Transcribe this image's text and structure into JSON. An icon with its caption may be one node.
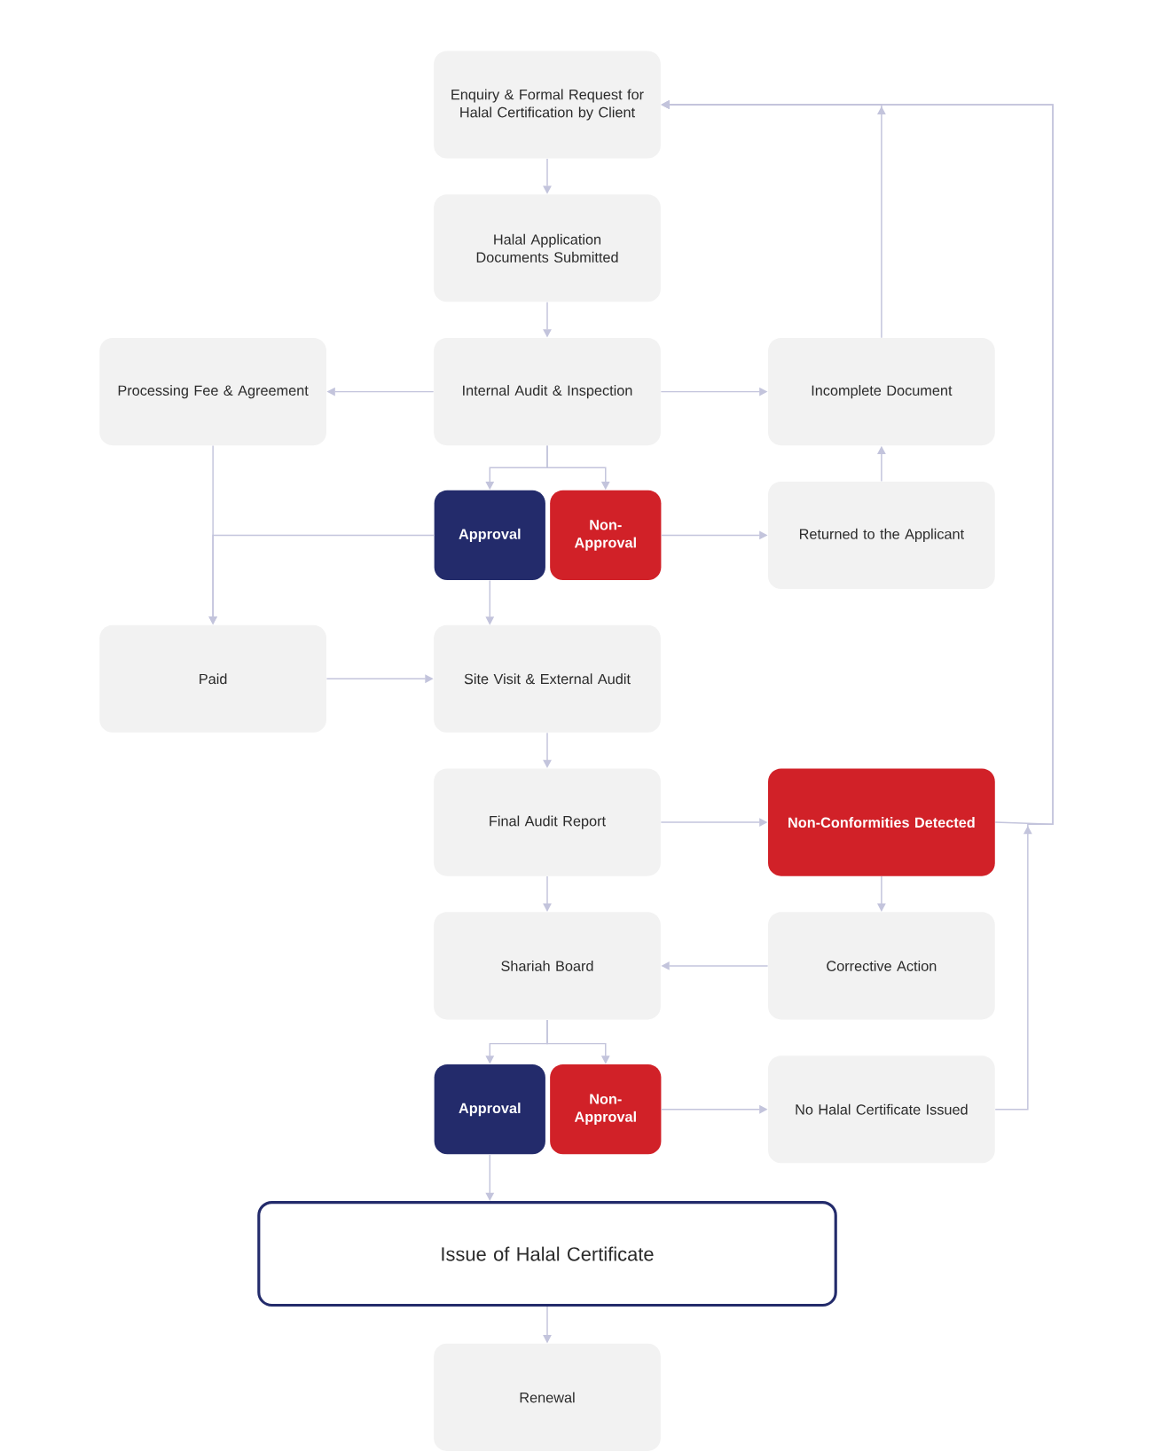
{
  "diagram": {
    "nodes": [
      {
        "text": [
          "Enquiry & Formal Request for Halal Certification by Client"
        ]
      },
      {
        "text": [
          "Halal Application Documents Submitted"
        ]
      },
      {
        "text": [
          "Processing Fee & Agreement"
        ]
      },
      {
        "text": [
          "Internal Audit & Inspection"
        ]
      },
      {
        "text": [
          "Incomplete Document"
        ]
      },
      {
        "text": [
          "Approval"
        ]
      },
      {
        "text": [
          "Non-Approval"
        ]
      },
      {
        "text": [
          "Returned to the Applicant"
        ]
      },
      {
        "text": [
          "Paid"
        ]
      },
      {
        "text": [
          "Site Visit & External Audit"
        ]
      },
      {
        "text": [
          "Final Audit Report"
        ]
      },
      {
        "text": [
          "Non-Conformities Detected"
        ]
      },
      {
        "text": [
          "Shariah Board"
        ]
      },
      {
        "text": [
          "Corrective Action"
        ]
      },
      {
        "text": [
          "Approval"
        ]
      },
      {
        "text": [
          "Non-Approval"
        ]
      },
      {
        "text": [
          "No Halal Certificate Issued"
        ]
      },
      {
        "text": [
          "Issue of Halal Certificate"
        ]
      },
      {
        "text": [
          "Renewal"
        ]
      }
    ],
    "edges": [
      {
        "from": 0,
        "to": 1,
        "arrow": "to"
      },
      {
        "from": 1,
        "to": 3,
        "arrow": "to"
      },
      {
        "from": 3,
        "to": 2,
        "arrow": "to"
      },
      {
        "from": 3,
        "to": 4,
        "arrow": "to"
      },
      {
        "from": 3,
        "to": 5,
        "arrow": "to"
      },
      {
        "from": 3,
        "to": 6,
        "arrow": "to"
      },
      {
        "from": 4,
        "to": 0,
        "arrow": "to"
      },
      {
        "from": 6,
        "to": 7,
        "arrow": "to"
      },
      {
        "from": 7,
        "to": 4,
        "arrow": "to"
      },
      {
        "from": 2,
        "to": 8,
        "arrow": "to"
      },
      {
        "from": 5,
        "to": 8,
        "arrow": "to"
      },
      {
        "from": 5,
        "to": 9,
        "arrow": "to"
      },
      {
        "from": 8,
        "to": 9,
        "arrow": "to"
      },
      {
        "from": 9,
        "to": 10,
        "arrow": "to"
      },
      {
        "from": 10,
        "to": 11,
        "arrow": "to"
      },
      {
        "from": 11,
        "to": 0,
        "arrow": "to"
      },
      {
        "from": 11,
        "to": 13,
        "arrow": "to"
      },
      {
        "from": 10,
        "to": 12,
        "arrow": "to"
      },
      {
        "from": 13,
        "to": 12,
        "arrow": "to"
      },
      {
        "from": 12,
        "to": 14,
        "arrow": "to"
      },
      {
        "from": 12,
        "to": 15,
        "arrow": "to"
      },
      {
        "from": 15,
        "to": 16,
        "arrow": "to"
      },
      {
        "from": 16,
        "to": 0,
        "arrow": "to"
      },
      {
        "from": 14,
        "to": 17,
        "arrow": "to"
      },
      {
        "from": 17,
        "to": 18,
        "arrow": "to"
      }
    ]
  }
}
